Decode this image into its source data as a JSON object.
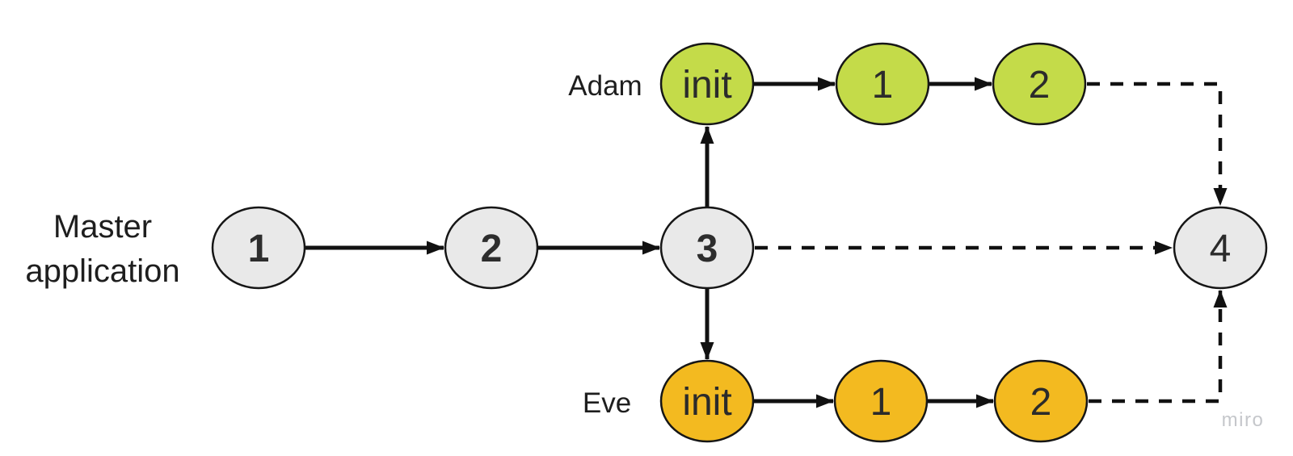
{
  "diagram": {
    "master": {
      "label_line1": "Master",
      "label_line2": "application",
      "fill": "#e9e9e9",
      "nodes": [
        "1",
        "2",
        "3",
        "4"
      ]
    },
    "adam": {
      "label": "Adam",
      "fill": "#c4db49",
      "nodes": [
        "init",
        "1",
        "2"
      ]
    },
    "eve": {
      "label": "Eve",
      "fill": "#f3ba20",
      "nodes": [
        "init",
        "1",
        "2"
      ]
    },
    "watermark": "miro",
    "colors": {
      "node_stroke": "#161616",
      "arrow": "#111111",
      "node_text": "#2b2b2b",
      "label_text": "#1e1e1e",
      "watermark": "#c5c7cb"
    }
  }
}
